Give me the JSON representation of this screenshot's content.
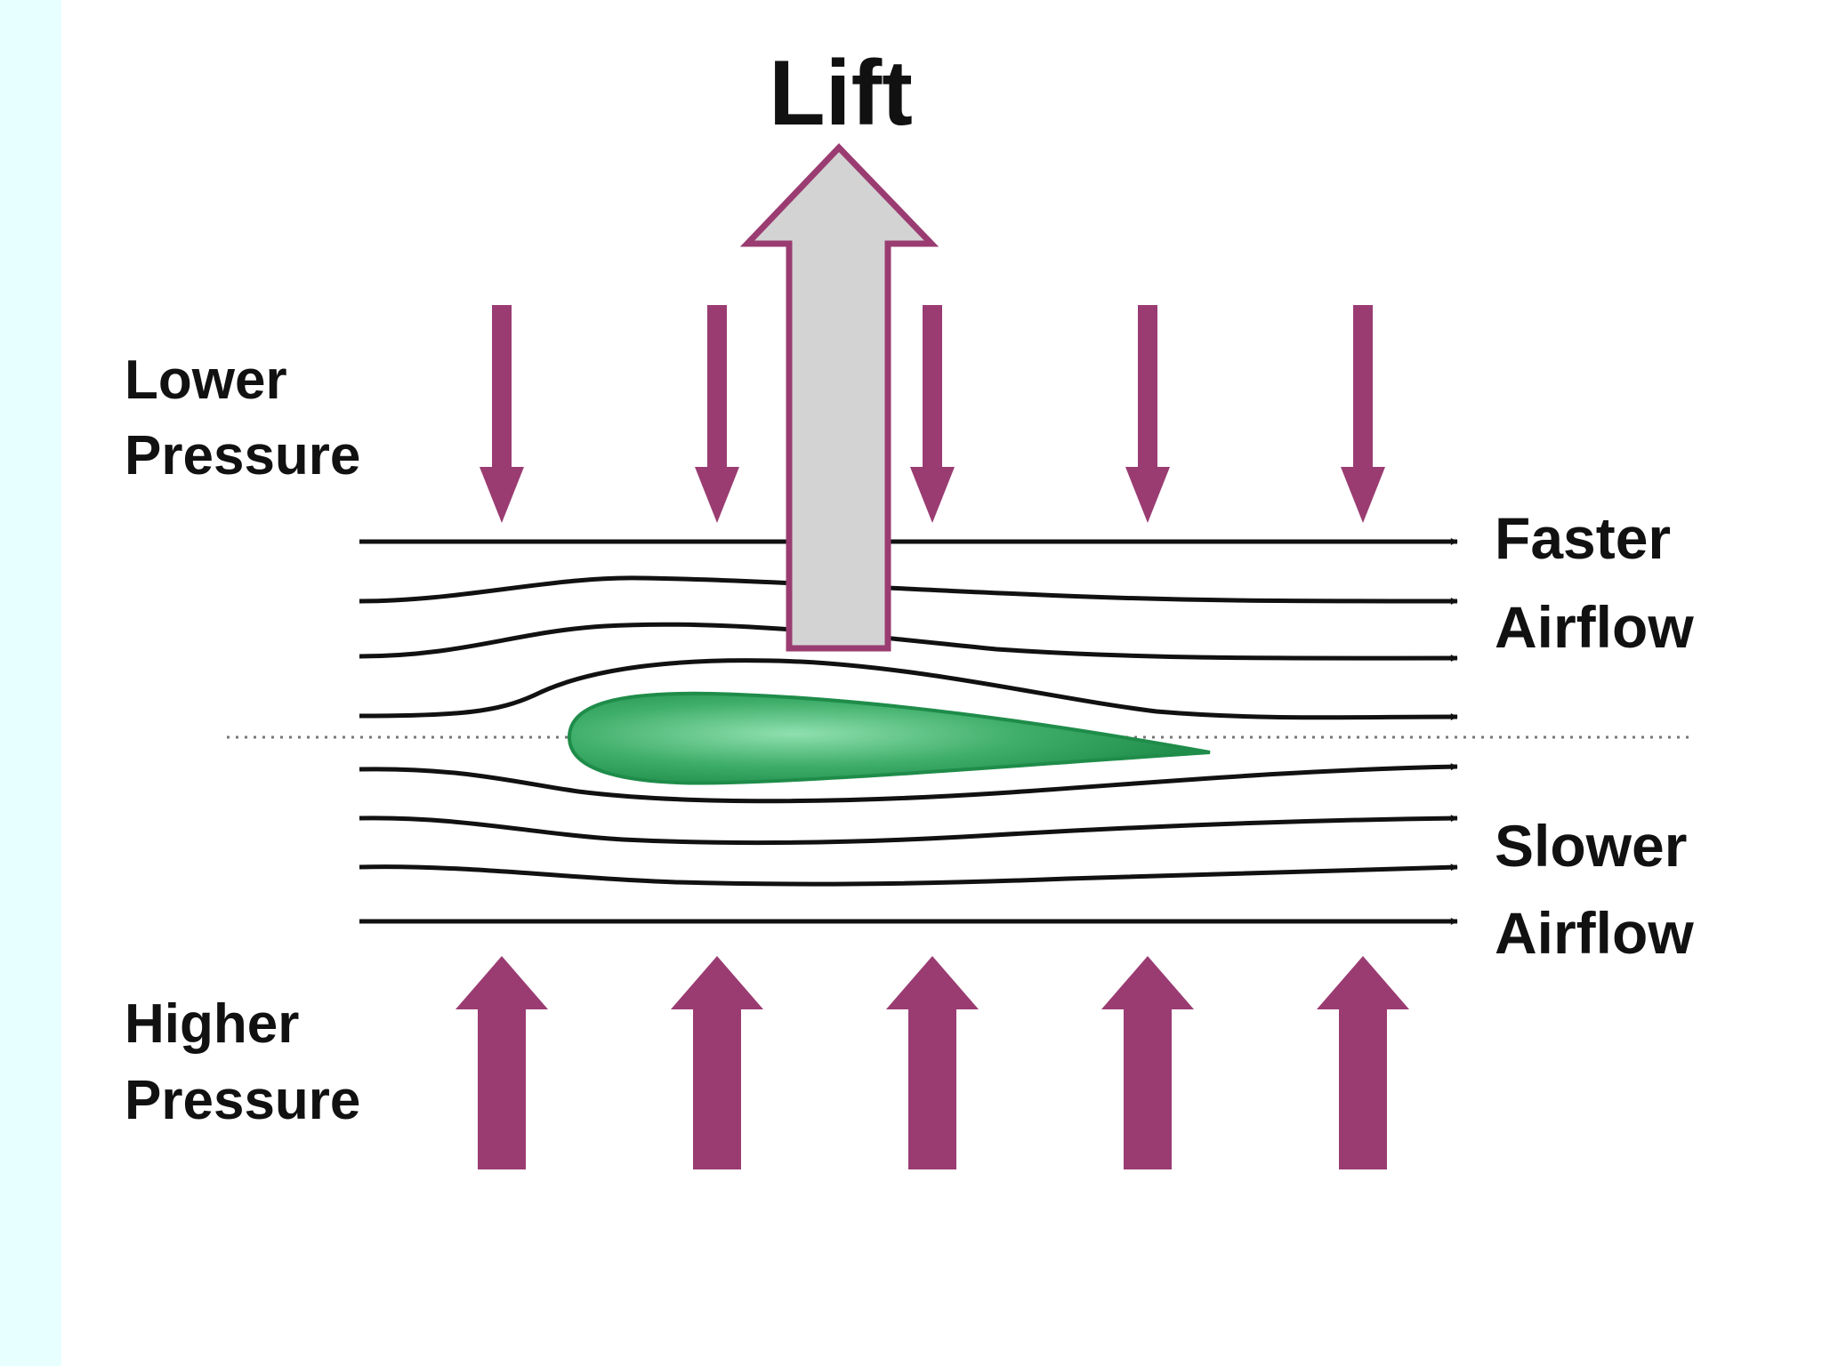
{
  "labels": {
    "lift": "Lift",
    "lower_pressure": [
      "Lower",
      "Pressure"
    ],
    "higher_pressure": [
      "Higher",
      "Pressure"
    ],
    "faster_airflow": [
      "Faster",
      "Airflow"
    ],
    "slower_airflow": [
      "Slower",
      "Airflow"
    ]
  },
  "colors": {
    "side_strip": "#e8ffff",
    "pressure_arrows": "#9a3c72",
    "lift_arrow_fill": "#d3d3d3",
    "lift_arrow_outline": "#9a3c72",
    "airfoil_dark": "#1f8c4a",
    "airfoil_light": "#8fe0ae",
    "streamline": "#111111",
    "chord_line": "#777777"
  }
}
